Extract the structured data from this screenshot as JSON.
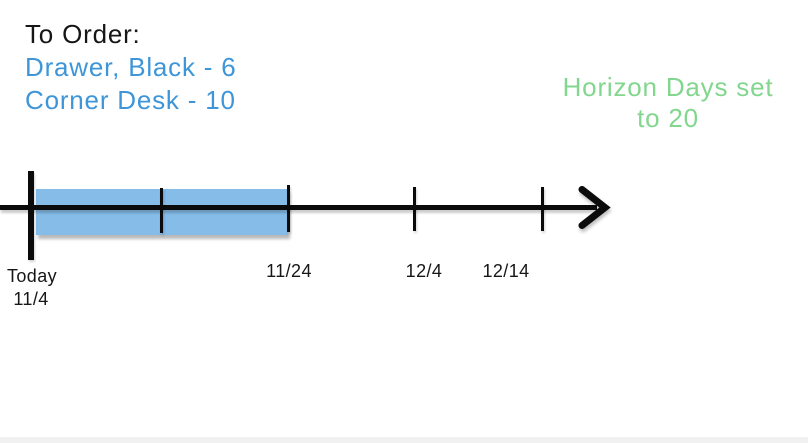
{
  "colors": {
    "accent_blue": "#3E96D8",
    "accent_green": "#82D68E",
    "highlight_fill": "#85BCE8",
    "axis_black": "#0B0B0B"
  },
  "order_note": {
    "title": "To Order:",
    "items": [
      "Drawer, Black - 6",
      "Corner Desk - 10"
    ]
  },
  "horizon_note": {
    "line1": "Horizon Days set",
    "line2": "to 20"
  },
  "timeline": {
    "start_label": "Today",
    "start_date": "11/4",
    "tick_labels": [
      "11/24",
      "12/4",
      "12/14"
    ],
    "highlight_from": "11/4",
    "highlight_to": "11/24"
  }
}
